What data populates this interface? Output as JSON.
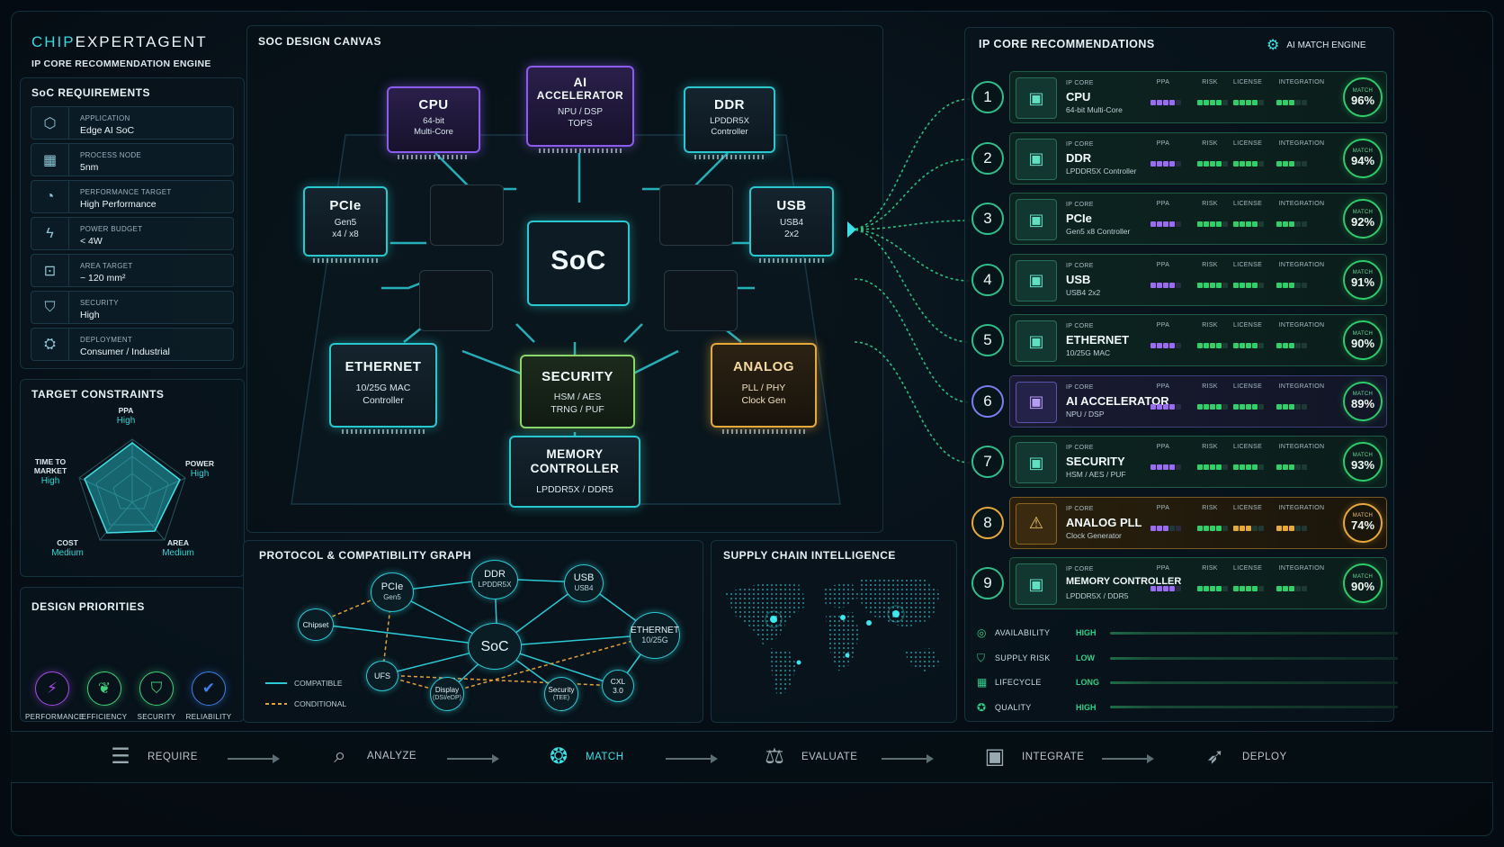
{
  "brand": {
    "name_a": "CHIP",
    "name_b": "EXPERTAGENT",
    "subtitle": "IP CORE RECOMMENDATION ENGINE"
  },
  "requirements": {
    "title": "SoC REQUIREMENTS",
    "items": [
      {
        "label": "APPLICATION",
        "value": "Edge AI SoC",
        "icon": "cube-icon"
      },
      {
        "label": "PROCESS NODE",
        "value": "5nm",
        "icon": "chip-icon"
      },
      {
        "label": "PERFORMANCE TARGET",
        "value": "High Performance",
        "icon": "gauge-icon"
      },
      {
        "label": "POWER BUDGET",
        "value": "< 4W",
        "icon": "bolt-icon"
      },
      {
        "label": "AREA TARGET",
        "value": "~ 120 mm²",
        "icon": "area-icon"
      },
      {
        "label": "SECURITY",
        "value": "High",
        "icon": "shield-icon"
      },
      {
        "label": "DEPLOYMENT",
        "value": "Consumer / Industrial",
        "icon": "network-icon"
      }
    ]
  },
  "constraints": {
    "title": "TARGET CONSTRAINTS",
    "axes": [
      {
        "name": "PPA",
        "level": "High"
      },
      {
        "name": "POWER",
        "level": "High"
      },
      {
        "name": "AREA",
        "level": "Medium"
      },
      {
        "name": "COST",
        "level": "Medium"
      },
      {
        "name": "TIME TO MARKET",
        "level": "High"
      }
    ]
  },
  "priorities": {
    "title": "DESIGN PRIORITIES",
    "items": [
      {
        "label": "PERFORMANCE",
        "color": "#a34de6",
        "icon": "performance-icon"
      },
      {
        "label": "EFFICIENCY",
        "color": "#3fcf7a",
        "icon": "leaf-icon"
      },
      {
        "label": "SECURITY",
        "color": "#3fcf7a",
        "icon": "shield-icon"
      },
      {
        "label": "RELIABILITY",
        "color": "#3f7fe6",
        "icon": "shield-check-icon"
      }
    ]
  },
  "canvas": {
    "title": "SOC DESIGN CANVAS",
    "center": "SoC",
    "chips": [
      {
        "title": "CPU",
        "sub1": "64-bit",
        "sub2": "Multi-Core",
        "color": "purple"
      },
      {
        "title": "AI",
        "title2": "ACCELERATOR",
        "sub1": "NPU / DSP",
        "sub2": "TOPS",
        "color": "purple"
      },
      {
        "title": "DDR",
        "sub1": "LPDDR5X",
        "sub2": "Controller",
        "color": "teal"
      },
      {
        "title": "PCIe",
        "sub1": "Gen5",
        "sub2": "x4 / x8",
        "color": "teal"
      },
      {
        "title": "USB",
        "sub1": "USB4",
        "sub2": "2x2",
        "color": "teal"
      },
      {
        "title": "ETHERNET",
        "sub1": "10/25G MAC",
        "sub2": "Controller",
        "color": "teal"
      },
      {
        "title": "SECURITY",
        "sub1": "HSM / AES",
        "sub2": "TRNG / PUF",
        "color": "green"
      },
      {
        "title": "ANALOG",
        "sub1": "PLL / PHY",
        "sub2": "Clock Gen",
        "color": "amber"
      },
      {
        "title": "MEMORY",
        "title2": "CONTROLLER",
        "sub1": "LPDDR5X / DDR5",
        "color": "teal"
      }
    ]
  },
  "graph": {
    "title": "PROTOCOL & COMPATIBILITY GRAPH",
    "nodes": {
      "soc": "SoC",
      "pcie": {
        "a": "PCIe",
        "b": "Gen5"
      },
      "ddr": {
        "a": "DDR",
        "b": "LPDDR5X"
      },
      "usb": {
        "a": "USB",
        "b": "USB4"
      },
      "eth": {
        "a": "ETHERNET",
        "b": "10/25G"
      },
      "chipset": "Chipset",
      "ufs": "UFS",
      "display": {
        "a": "Display",
        "b": "(DSI/eDP)"
      },
      "security": {
        "a": "Security",
        "b": "(TEE)"
      },
      "cxl": {
        "a": "CXL",
        "b": "3.0"
      }
    },
    "legend": {
      "compatible": "COMPATIBLE",
      "conditional": "CONDITIONAL"
    },
    "colors": {
      "compatible": "#2bc9d4",
      "conditional": "#e0a23a"
    }
  },
  "supply": {
    "title": "SUPPLY CHAIN INTELLIGENCE"
  },
  "recommendations": {
    "title": "IP CORE RECOMMENDATIONS",
    "engine": "AI MATCH ENGINE",
    "ip_label": "IP CORE",
    "headers": {
      "ppa": "PPA",
      "risk": "RISK",
      "license": "LICENSE",
      "integration": "INTEGRATION"
    },
    "match_label": "MATCH",
    "items": [
      {
        "rank": "1",
        "name": "CPU",
        "sub": "64-bit Multi-Core",
        "match": "96%",
        "match_value": 96,
        "icon": "cpu-icon",
        "ppa": 4,
        "risk": 4,
        "license": 4,
        "integration": 3,
        "tone": "green"
      },
      {
        "rank": "2",
        "name": "DDR",
        "sub": "LPDDR5X Controller",
        "match": "94%",
        "match_value": 94,
        "icon": "memory-icon",
        "ppa": 4,
        "risk": 4,
        "license": 4,
        "integration": 3,
        "tone": "green"
      },
      {
        "rank": "3",
        "name": "PCIe",
        "sub": "Gen5 x8 Controller",
        "match": "92%",
        "match_value": 92,
        "icon": "pcie-icon",
        "ppa": 4,
        "risk": 4,
        "license": 4,
        "integration": 3,
        "tone": "green"
      },
      {
        "rank": "4",
        "name": "USB",
        "sub": "USB4 2x2",
        "match": "91%",
        "match_value": 91,
        "icon": "usb-icon",
        "ppa": 4,
        "risk": 4,
        "license": 4,
        "integration": 3,
        "tone": "green"
      },
      {
        "rank": "5",
        "name": "ETHERNET",
        "sub": "10/25G MAC",
        "match": "90%",
        "match_value": 90,
        "icon": "ethernet-icon",
        "ppa": 4,
        "risk": 4,
        "license": 4,
        "integration": 3,
        "tone": "green"
      },
      {
        "rank": "6",
        "name": "AI ACCELERATOR",
        "sub": "NPU / DSP",
        "match": "89%",
        "match_value": 89,
        "icon": "ai-chip-icon",
        "ppa": 4,
        "risk": 4,
        "license": 4,
        "integration": 3,
        "tone": "purple"
      },
      {
        "rank": "7",
        "name": "SECURITY",
        "sub": "HSM / AES / PUF",
        "match": "93%",
        "match_value": 93,
        "icon": "security-chip-icon",
        "ppa": 4,
        "risk": 4,
        "license": 4,
        "integration": 3,
        "tone": "green"
      },
      {
        "rank": "8",
        "name": "ANALOG PLL",
        "sub": "Clock Generator",
        "match": "74%",
        "match_value": 74,
        "icon": "warning-icon",
        "ppa": 3,
        "risk": 4,
        "license": 3,
        "integration": 3,
        "tone": "amber"
      },
      {
        "rank": "9",
        "name": "MEMORY CONTROLLER",
        "sub": "LPDDR5X / DDR5",
        "match": "90%",
        "match_value": 90,
        "icon": "memory-controller-icon",
        "ppa": 4,
        "risk": 4,
        "license": 4,
        "integration": 3,
        "tone": "green"
      }
    ]
  },
  "supply_metrics": [
    {
      "label": "AVAILABILITY",
      "value": "HIGH",
      "icon": "availability-icon"
    },
    {
      "label": "SUPPLY RISK",
      "value": "LOW",
      "icon": "supply-risk-icon"
    },
    {
      "label": "LIFECYCLE",
      "value": "LONG",
      "icon": "calendar-icon"
    },
    {
      "label": "QUALITY",
      "value": "HIGH",
      "icon": "quality-icon"
    }
  ],
  "workflow": [
    {
      "label": "REQUIRE",
      "icon": "checklist-icon"
    },
    {
      "label": "ANALYZE",
      "icon": "magnifier-icon"
    },
    {
      "label": "MATCH",
      "icon": "brain-icon",
      "active": true
    },
    {
      "label": "EVALUATE",
      "icon": "scale-icon"
    },
    {
      "label": "INTEGRATE",
      "icon": "chip-icon"
    },
    {
      "label": "DEPLOY",
      "icon": "rocket-icon"
    }
  ],
  "colors": {
    "accent": "#2bc9d4",
    "purple": "#8c5cf0",
    "green": "#2ecb6a",
    "amber": "#e8a93c"
  }
}
